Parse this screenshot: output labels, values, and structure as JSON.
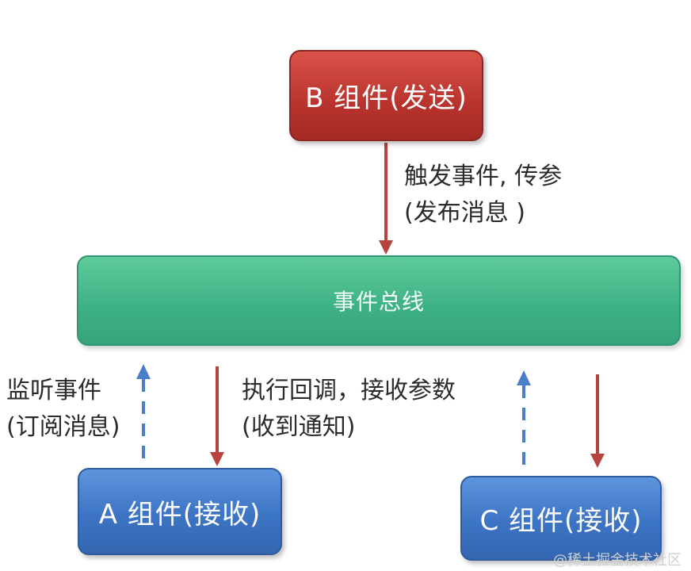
{
  "nodes": {
    "sender": "B 组件(发送)",
    "bus": "事件总线",
    "receiver_a": "A 组件(接收)",
    "receiver_c": "C 组件(接收)"
  },
  "labels": {
    "send": [
      "触发事件, 传参",
      "(发布消息 )"
    ],
    "subscribe": [
      "监听事件",
      "(订阅消息)"
    ],
    "callback": [
      "执行回调，接收参数",
      "(收到通知)"
    ]
  },
  "watermark": "@稀土掘金技术社区",
  "colors": {
    "sender": "#b8332d",
    "bus": "#3fb286",
    "receiver": "#3c74c4",
    "solid_arrow": "#b5443f",
    "dashed_arrow": "#4a7fc8"
  }
}
